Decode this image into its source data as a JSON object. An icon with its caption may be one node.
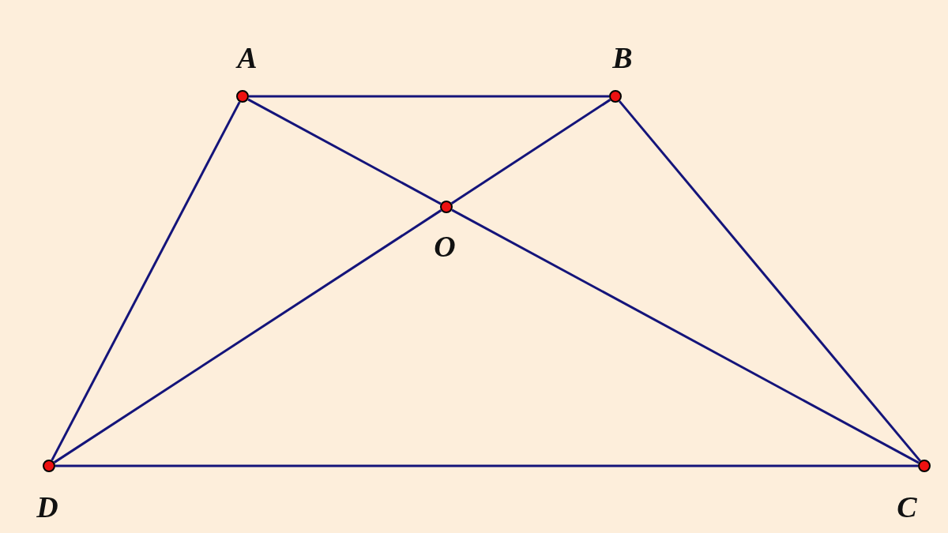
{
  "diagram": {
    "nodes": [
      {
        "text": [],
        "shape": "circle"
      },
      {
        "text": [],
        "shape": "circle"
      },
      {
        "text": [],
        "shape": "circle"
      },
      {
        "text": [],
        "shape": "circle"
      },
      {
        "text": [],
        "shape": "circle"
      }
    ],
    "edges": [
      {
        "from": 0,
        "to": 1,
        "arrow": "none"
      },
      {
        "from": 1,
        "to": 3,
        "arrow": "none"
      },
      {
        "from": 3,
        "to": 4,
        "arrow": "none"
      },
      {
        "from": 4,
        "to": 0,
        "arrow": "none"
      },
      {
        "from": 0,
        "to": 2,
        "arrow": "none"
      },
      {
        "from": 2,
        "to": 3,
        "arrow": "none"
      },
      {
        "from": 1,
        "to": 2,
        "arrow": "none"
      },
      {
        "from": 2,
        "to": 4,
        "arrow": "none"
      }
    ],
    "labels": [
      "A",
      "B",
      "O",
      "D",
      "C"
    ]
  }
}
